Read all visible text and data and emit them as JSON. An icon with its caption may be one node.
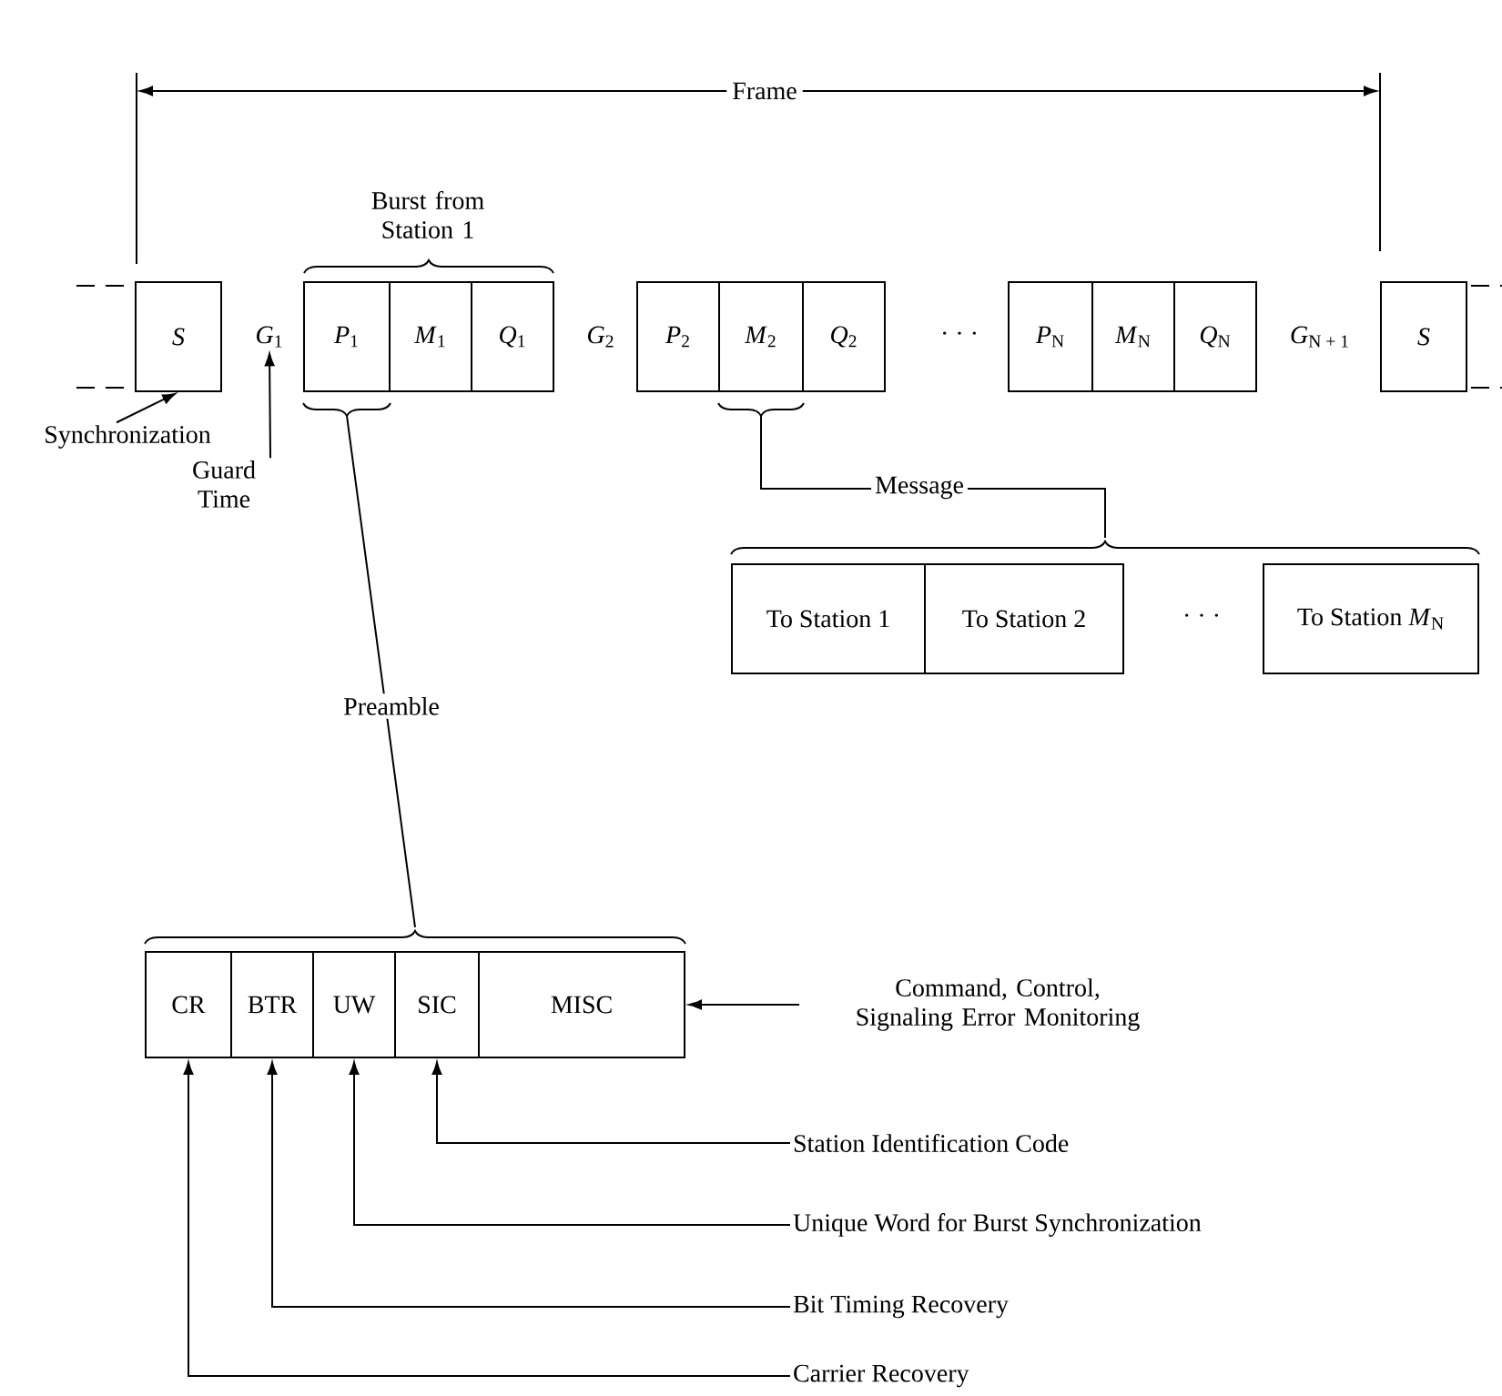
{
  "diagram": {
    "nodes": [
      {
        "text": [
          "S"
        ]
      },
      {
        "text": [
          "*G*$_{1}$"
        ]
      },
      {
        "text": [
          "*P*$_{1}$"
        ]
      },
      {
        "text": [
          "*M*$_{1}$"
        ]
      },
      {
        "text": [
          "*Q*$_{1}$"
        ]
      },
      {
        "text": [
          "*P*$_{2}$"
        ]
      },
      {
        "text": [
          "*M*$_{2}$"
        ]
      },
      {
        "text": [
          "*Q*$_{2}$"
        ]
      },
      {
        "text": [
          "*P*$_{N}$"
        ]
      },
      {
        "text": [
          "*M*$_{N}$"
        ]
      },
      {
        "text": [
          "*Q*$_{N}$"
        ]
      },
      {
        "text": [
          "S"
        ]
      },
      {
        "text": [
          "Synchronization"
        ]
      },
      {
        "text": [
          "Guard Time"
        ]
      },
      {
        "text": [
          "To Station 1"
        ]
      },
      {
        "text": [
          "To Station 2"
        ]
      },
      {
        "text": [
          "To Station *M*$_{N}$"
        ]
      },
      {
        "text": [
          "CR"
        ]
      },
      {
        "text": [
          "BTR"
        ]
      },
      {
        "text": [
          "UW"
        ]
      },
      {
        "text": [
          "SIC"
        ]
      },
      {
        "text": [
          "MISC"
        ]
      },
      {
        "text": [
          "Command, Control, Signaling Error Monitoring"
        ]
      },
      {
        "text": [
          "Station Identification Code"
        ]
      },
      {
        "text": [
          "Unique Word for Burst Synchronization"
        ]
      },
      {
        "text": [
          "Bit Timing Recovery"
        ]
      },
      {
        "text": [
          "Carrier Recovery"
        ]
      },
      {
        "text": [],
        "shape": "brace"
      },
      {
        "text": [],
        "shape": "brace"
      }
    ],
    "edges": [
      {
        "from": 12,
        "to": 0,
        "arrow": "to"
      },
      {
        "from": 13,
        "to": 1,
        "arrow": "to"
      },
      {
        "from": 6,
        "to": 27,
        "arrow": "none",
        "label": "Message"
      },
      {
        "from": 2,
        "to": 28,
        "arrow": "none",
        "label": "Preamble"
      },
      {
        "from": 22,
        "to": 21,
        "arrow": "to"
      },
      {
        "from": 23,
        "to": 20,
        "arrow": "to"
      },
      {
        "from": 24,
        "to": 19,
        "arrow": "to"
      },
      {
        "from": 25,
        "to": 18,
        "arrow": "to"
      },
      {
        "from": 26,
        "to": 17,
        "arrow": "to"
      }
    ],
    "labels": [
      "Frame",
      "Burst from Station 1",
      "*G*$_{2}$",
      "· · ·",
      "*G*$_{N + 1}$",
      "· · ·"
    ]
  }
}
